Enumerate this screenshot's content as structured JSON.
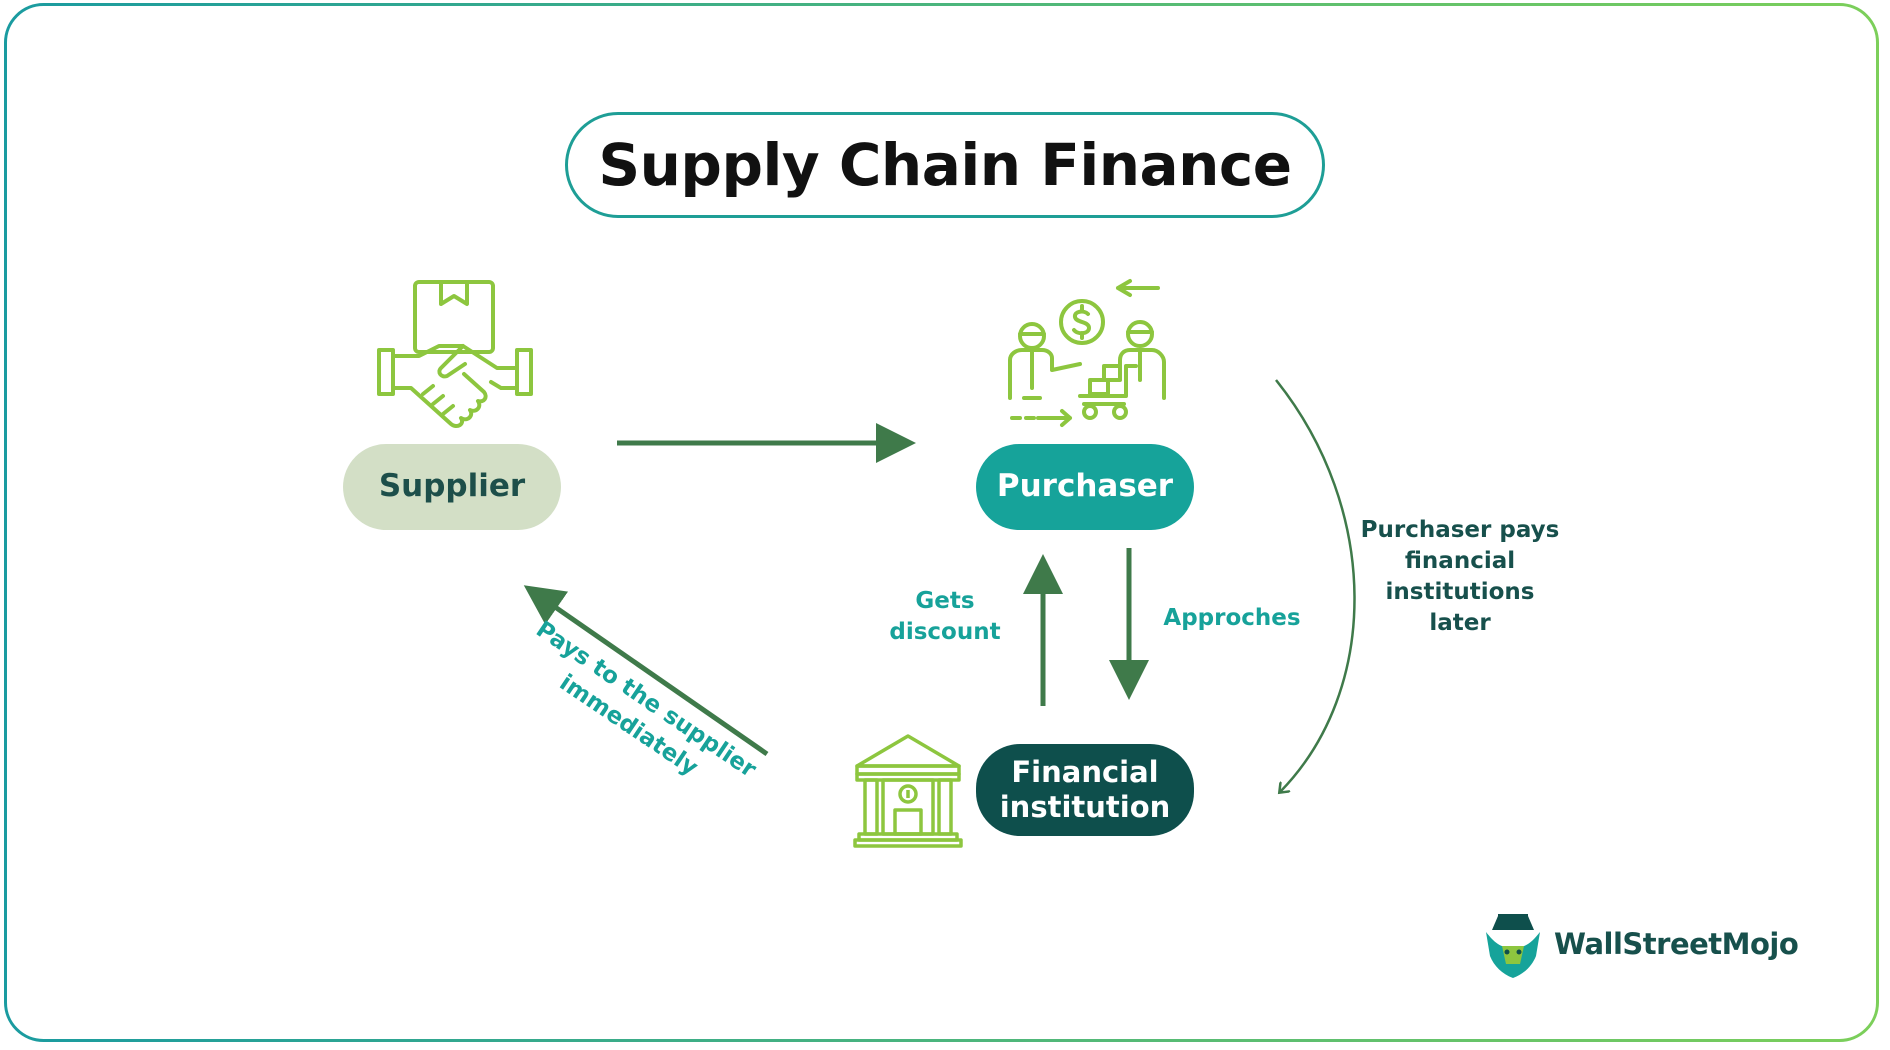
{
  "title": "Supply Chain Finance",
  "nodes": {
    "supplier": "Supplier",
    "purchaser": "Purchaser",
    "financial_institution": "Financial institution"
  },
  "edges": {
    "gets_discount": "Gets discount",
    "approaches": "Approches",
    "purchaser_pays_later": "Purchaser pays financial institutions later",
    "pays_supplier": "Pays to the supplier immediately"
  },
  "icons": {
    "supplier": "handshake-box-icon",
    "purchaser": "trade-exchange-icon",
    "financial_institution": "bank-building-icon",
    "logo": "wallstreetmojo-logo-icon"
  },
  "brand": {
    "name": "WallStreetMojo"
  },
  "colors": {
    "teal": "#16a39a",
    "dark_teal": "#0e4f4c",
    "sage": "#d3dfc6",
    "arrow_green": "#3f7a4a",
    "icon_green": "#8dc63f"
  }
}
